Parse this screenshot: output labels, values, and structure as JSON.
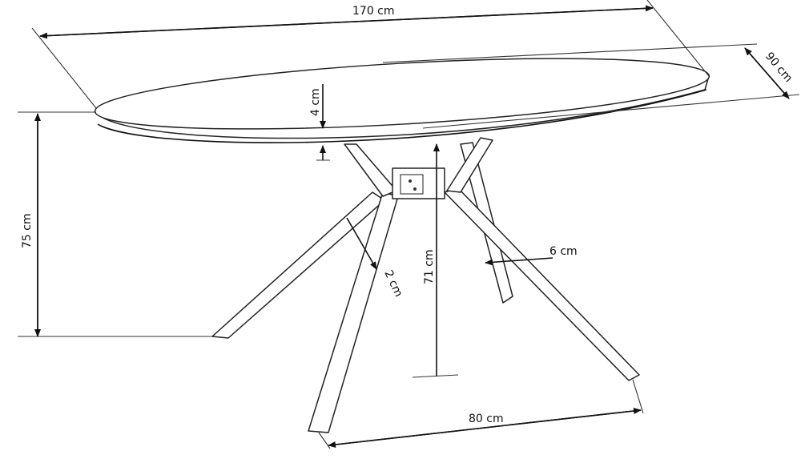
{
  "dimensions": {
    "length": "170 cm",
    "width": "90 cm",
    "top_thickness": "4 cm",
    "total_height": "75 cm",
    "leg_height": "71 cm",
    "leg_width": "6 cm",
    "leg_thickness": "2 cm",
    "leg_spread": "80 cm"
  },
  "colors": {
    "line": "#111111",
    "background": "#ffffff"
  }
}
